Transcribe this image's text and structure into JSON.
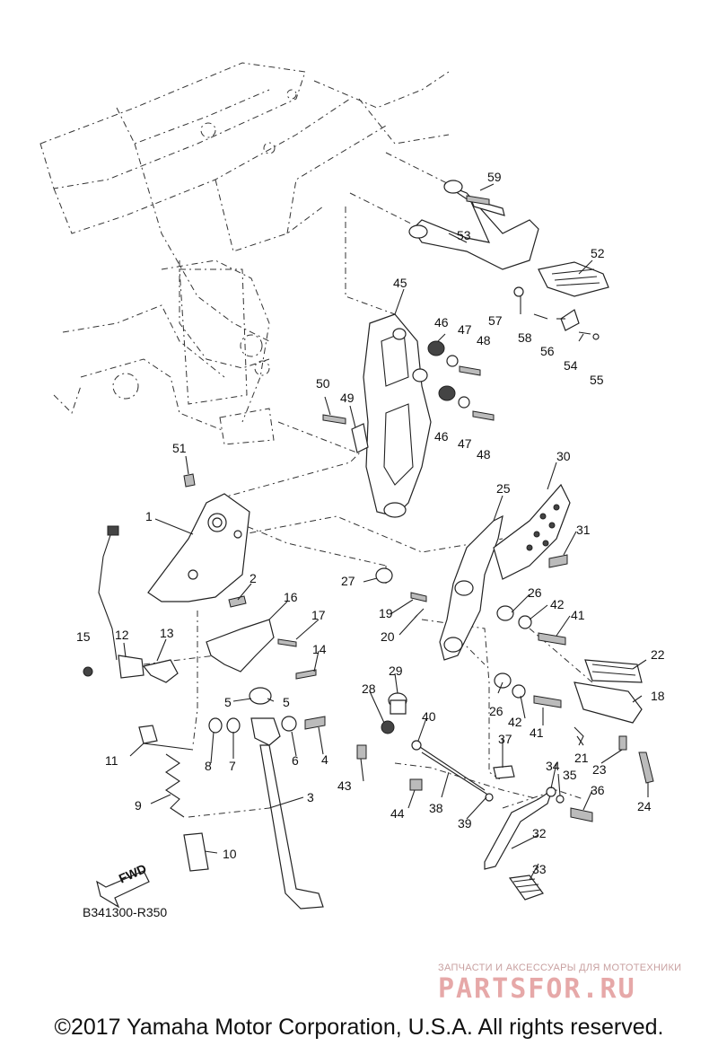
{
  "labels": {
    "p1": "1",
    "p2": "2",
    "p3": "3",
    "p4": "4",
    "p5a": "5",
    "p5b": "5",
    "p6": "6",
    "p7": "7",
    "p8": "8",
    "p9": "9",
    "p10": "10",
    "p11": "11",
    "p12": "12",
    "p13": "13",
    "p14": "14",
    "p15": "15",
    "p16": "16",
    "p17": "17",
    "p18": "18",
    "p19": "19",
    "p20": "20",
    "p21": "21",
    "p22": "22",
    "p23": "23",
    "p24": "24",
    "p25": "25",
    "p26a": "26",
    "p26b": "26",
    "p27": "27",
    "p28": "28",
    "p29": "29",
    "p30": "30",
    "p31": "31",
    "p32": "32",
    "p33": "33",
    "p34": "34",
    "p35": "35",
    "p36": "36",
    "p37": "37",
    "p38": "38",
    "p39": "39",
    "p40": "40",
    "p41a": "41",
    "p41b": "41",
    "p42a": "42",
    "p42b": "42",
    "p43": "43",
    "p44": "44",
    "p45": "45",
    "p46a": "46",
    "p46b": "46",
    "p47a": "47",
    "p47b": "47",
    "p48a": "48",
    "p48b": "48",
    "p49": "49",
    "p50": "50",
    "p51": "51",
    "p52": "52",
    "p53": "53",
    "p54": "54",
    "p55": "55",
    "p56": "56",
    "p57": "57",
    "p58": "58",
    "p59": "59"
  },
  "fwd_label": "FWD",
  "diagram_code": "B341300-R350",
  "watermark": {
    "tagline": "ЗАПЧАСТИ И АКСЕССУАРЫ ДЛЯ МОТОТЕХНИКИ",
    "logo": "PARTSFOR.RU"
  },
  "copyright": "©2017 Yamaha Motor Corporation, U.S.A. All rights reserved."
}
